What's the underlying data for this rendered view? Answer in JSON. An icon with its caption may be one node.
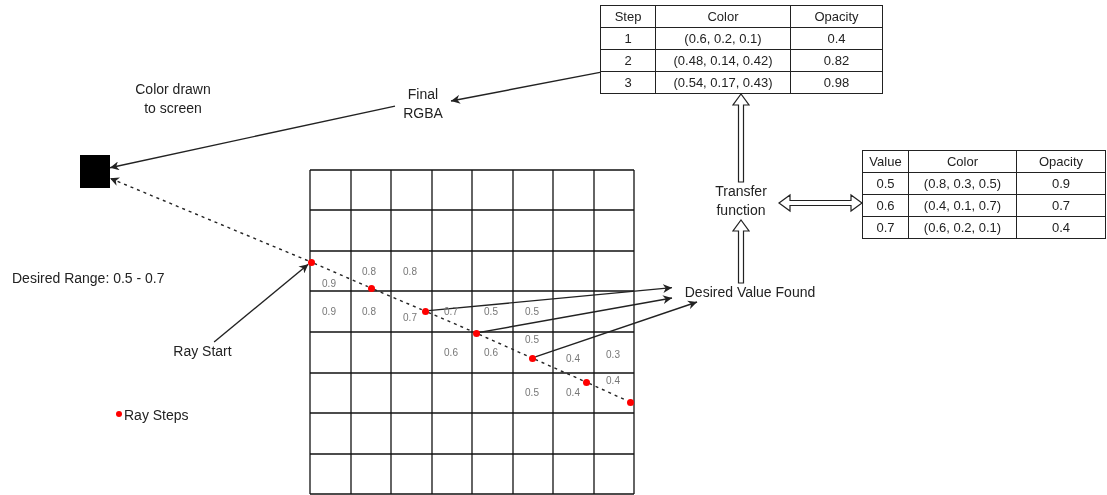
{
  "diagram": {
    "nodes": [
      {
        "text": [
          "Step",
          "Color",
          "Opacity",
          "1",
          "(0.6, 0.2, 0.1)",
          "0.4",
          "2",
          "(0.48, 0.14, 0.42)",
          "0.82",
          "3",
          "(0.54, 0.17, 0.43)",
          "0.98"
        ]
      },
      {
        "text": [
          "Final RGBA"
        ]
      },
      {
        "text": [],
        "shape": "box",
        "beside": [
          "Color drawn to screen"
        ]
      },
      {
        "text": [
          "Transfer function"
        ]
      },
      {
        "text": [
          "Value",
          "Color",
          "Opacity",
          "0.5",
          "(0.8, 0.3, 0.5)",
          "0.9",
          "0.6",
          "(0.4, 0.1, 0.7)",
          "0.7",
          "0.7",
          "(0.6, 0.2, 0.1)",
          "0.4"
        ]
      },
      {
        "text": [
          "Desired Value Found"
        ]
      },
      {
        "text": [
          "Ray Start"
        ]
      },
      {
        "text": [],
        "shape": "circle"
      },
      {
        "text": [],
        "shape": "circle"
      },
      {
        "text": [],
        "shape": "circle"
      },
      {
        "text": [],
        "shape": "circle"
      },
      {
        "text": [],
        "shape": "circle"
      },
      {
        "text": [],
        "shape": "circle"
      },
      {
        "text": [],
        "shape": "circle"
      }
    ],
    "edges": [
      {
        "from": 0,
        "to": 1,
        "arrow": "to"
      },
      {
        "from": 1,
        "to": 2,
        "arrow": "to"
      },
      {
        "from": 3,
        "to": 0,
        "arrow": "to",
        "style": "thick"
      },
      {
        "from": 3,
        "to": 4,
        "arrow": "both",
        "style": "thick"
      },
      {
        "from": 5,
        "to": 3,
        "arrow": "to",
        "style": "thick"
      },
      {
        "from": 6,
        "to": 7,
        "arrow": "to"
      },
      {
        "from": 7,
        "to": 2,
        "arrow": "to",
        "style": "dashed"
      },
      {
        "from": 7,
        "to": 8,
        "arrow": "none",
        "style": "dashed"
      },
      {
        "from": 8,
        "to": 9,
        "arrow": "none",
        "style": "dashed"
      },
      {
        "from": 9,
        "to": 10,
        "arrow": "none",
        "style": "dashed"
      },
      {
        "from": 10,
        "to": 11,
        "arrow": "none",
        "style": "dashed"
      },
      {
        "from": 11,
        "to": 12,
        "arrow": "none",
        "style": "dashed"
      },
      {
        "from": 12,
        "to": 13,
        "arrow": "none",
        "style": "dashed"
      },
      {
        "from": 9,
        "to": 5,
        "arrow": "to"
      },
      {
        "from": 10,
        "to": 5,
        "arrow": "to"
      },
      {
        "from": 11,
        "to": 5,
        "arrow": "to"
      }
    ],
    "labels": [
      "Desired Range: 0.5 - 0.7",
      "0.8",
      "0.8",
      "0.9",
      "0.9",
      "0.8",
      "0.7",
      "0.7",
      "0.5",
      "0.5",
      "0.5",
      "0.6",
      "0.6",
      "0.4",
      "0.3",
      "0.4",
      "0.5",
      "0.4"
    ],
    "legend": [
      {
        "text": "Ray Steps",
        "color": "#ff0000"
      }
    ]
  }
}
